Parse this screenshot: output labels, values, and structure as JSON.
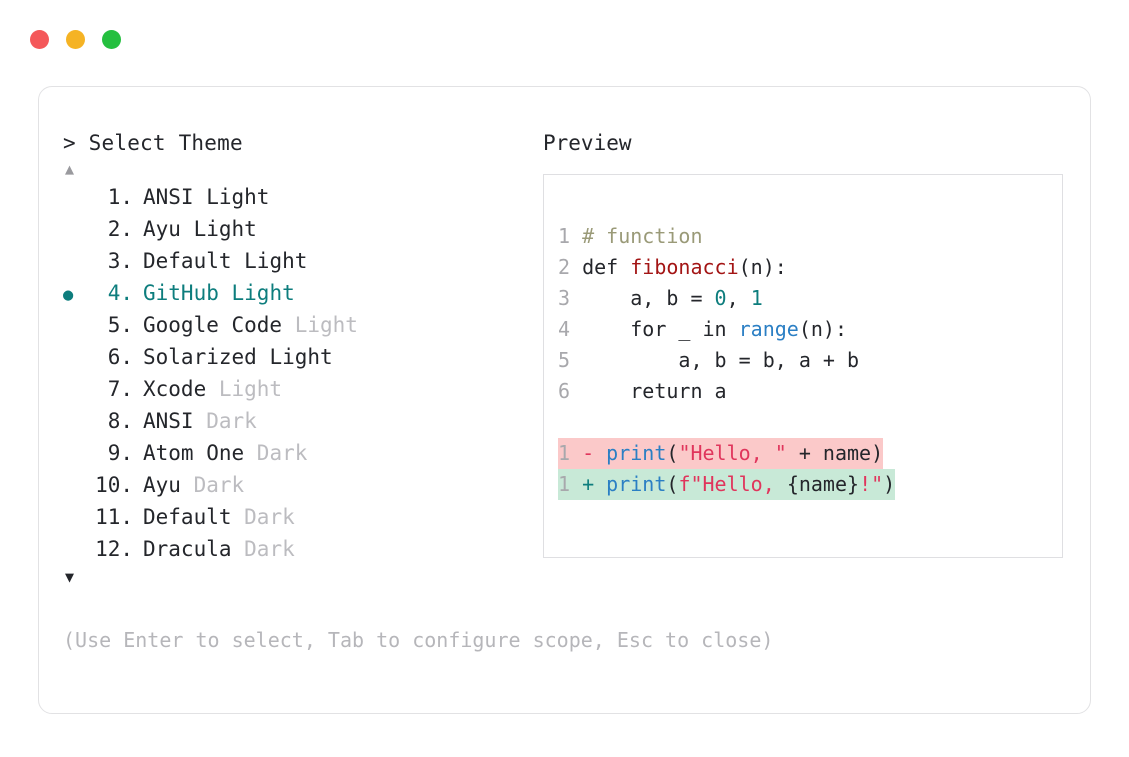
{
  "window": {
    "traffic_lights": [
      {
        "name": "close",
        "color": "#f4585a"
      },
      {
        "name": "minimize",
        "color": "#f5b324"
      },
      {
        "name": "maximize",
        "color": "#24bf3f"
      }
    ]
  },
  "selector": {
    "prompt": "> Select Theme",
    "scroll_up_glyph": "▲",
    "scroll_down_glyph": "▼",
    "scroll_up_enabled": false,
    "scroll_down_enabled": true,
    "selected_index": 4,
    "bullet_glyph": "●",
    "accent_color": "#0d7d7d",
    "items": [
      {
        "num": "1.",
        "name": "ANSI",
        "suffix": "Light",
        "suffix_dim": false
      },
      {
        "num": "2.",
        "name": "Ayu",
        "suffix": "Light",
        "suffix_dim": false
      },
      {
        "num": "3.",
        "name": "Default",
        "suffix": "Light",
        "suffix_dim": false
      },
      {
        "num": "4.",
        "name": "GitHub",
        "suffix": "Light",
        "suffix_dim": false
      },
      {
        "num": "5.",
        "name": "Google Code",
        "suffix": "Light",
        "suffix_dim": true
      },
      {
        "num": "6.",
        "name": "Solarized",
        "suffix": "Light",
        "suffix_dim": false
      },
      {
        "num": "7.",
        "name": "Xcode",
        "suffix": "Light",
        "suffix_dim": true
      },
      {
        "num": "8.",
        "name": "ANSI",
        "suffix": "Dark",
        "suffix_dim": true
      },
      {
        "num": "9.",
        "name": "Atom One",
        "suffix": "Dark",
        "suffix_dim": true
      },
      {
        "num": "10.",
        "name": "Ayu",
        "suffix": "Dark",
        "suffix_dim": true
      },
      {
        "num": "11.",
        "name": "Default",
        "suffix": "Dark",
        "suffix_dim": true
      },
      {
        "num": "12.",
        "name": "Dracula",
        "suffix": "Dark",
        "suffix_dim": true
      }
    ]
  },
  "hint": "(Use Enter to select, Tab to configure scope, Esc to close)",
  "preview": {
    "label": "Preview",
    "code_lines": [
      {
        "ln": "1",
        "tokens": [
          {
            "t": " # function",
            "c": "comment"
          }
        ]
      },
      {
        "ln": "2",
        "tokens": [
          {
            "t": " def ",
            "c": "kw"
          },
          {
            "t": "fibonacci",
            "c": "fn"
          },
          {
            "t": "(n):",
            "c": "plain"
          }
        ]
      },
      {
        "ln": "3",
        "tokens": [
          {
            "t": "     a, b = ",
            "c": "plain"
          },
          {
            "t": "0",
            "c": "num"
          },
          {
            "t": ", ",
            "c": "plain"
          },
          {
            "t": "1",
            "c": "num"
          }
        ]
      },
      {
        "ln": "4",
        "tokens": [
          {
            "t": "     for _ in ",
            "c": "plain"
          },
          {
            "t": "range",
            "c": "builtin"
          },
          {
            "t": "(n):",
            "c": "plain"
          }
        ]
      },
      {
        "ln": "5",
        "tokens": [
          {
            "t": "         a, b = b, a + b",
            "c": "plain"
          }
        ]
      },
      {
        "ln": "6",
        "tokens": [
          {
            "t": "     return a",
            "c": "plain"
          }
        ]
      }
    ],
    "diff_lines": [
      {
        "ln": "1",
        "kind": "minus",
        "sign": " - ",
        "bg": "#fbc9c9",
        "tokens": [
          {
            "t": "print",
            "c": "builtin"
          },
          {
            "t": "(",
            "c": "plain"
          },
          {
            "t": "\"Hello, \"",
            "c": "str"
          },
          {
            "t": " + name)",
            "c": "plain"
          }
        ]
      },
      {
        "ln": "1",
        "kind": "plus",
        "sign": " + ",
        "bg": "#c8e9d7",
        "tokens": [
          {
            "t": "print",
            "c": "builtin"
          },
          {
            "t": "(",
            "c": "plain"
          },
          {
            "t": "f\"Hello, ",
            "c": "str"
          },
          {
            "t": "{name}",
            "c": "plain"
          },
          {
            "t": "!\"",
            "c": "str"
          },
          {
            "t": ")",
            "c": "plain"
          }
        ]
      }
    ]
  }
}
